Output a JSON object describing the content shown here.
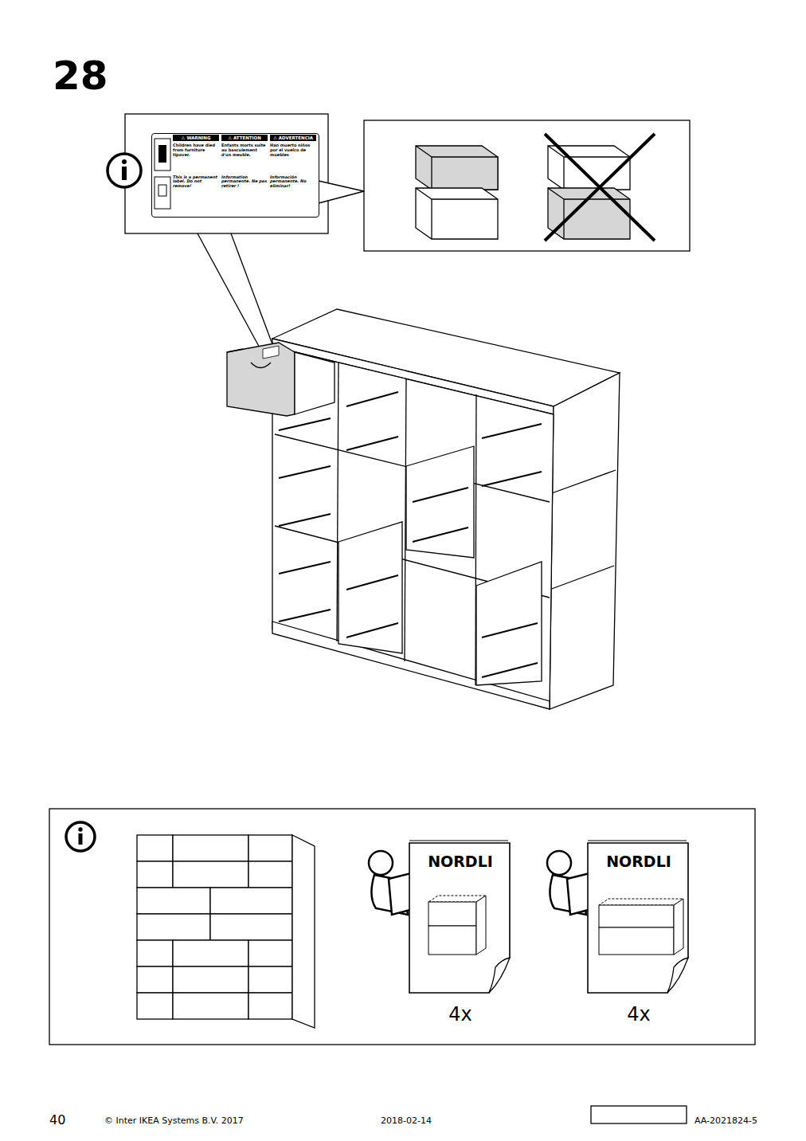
{
  "diagram": {
    "title": "28",
    "nodes": [
      {
        "text": [
          "⚠ WARNING",
          "Children have died from furniture tipover.",
          "This is a permanent label. Do not remove!",
          "⚠ ATTENTION",
          "Enfants morts suite au basculement d'un meuble.",
          "Information permanente. Ne pas retirer !",
          "⚠ ADVERTENCIA",
          "Han muerto niños por el vuelco de muebles",
          "Información permanente. No eliminar!"
        ]
      },
      {
        "text": [
          "NORDLI",
          "4x"
        ]
      },
      {
        "text": [
          "NORDLI",
          "4x"
        ]
      }
    ],
    "labels": [
      "40",
      "© Inter IKEA Systems B.V. 2017",
      "2018-02-14",
      "AA-2021824-5"
    ]
  }
}
